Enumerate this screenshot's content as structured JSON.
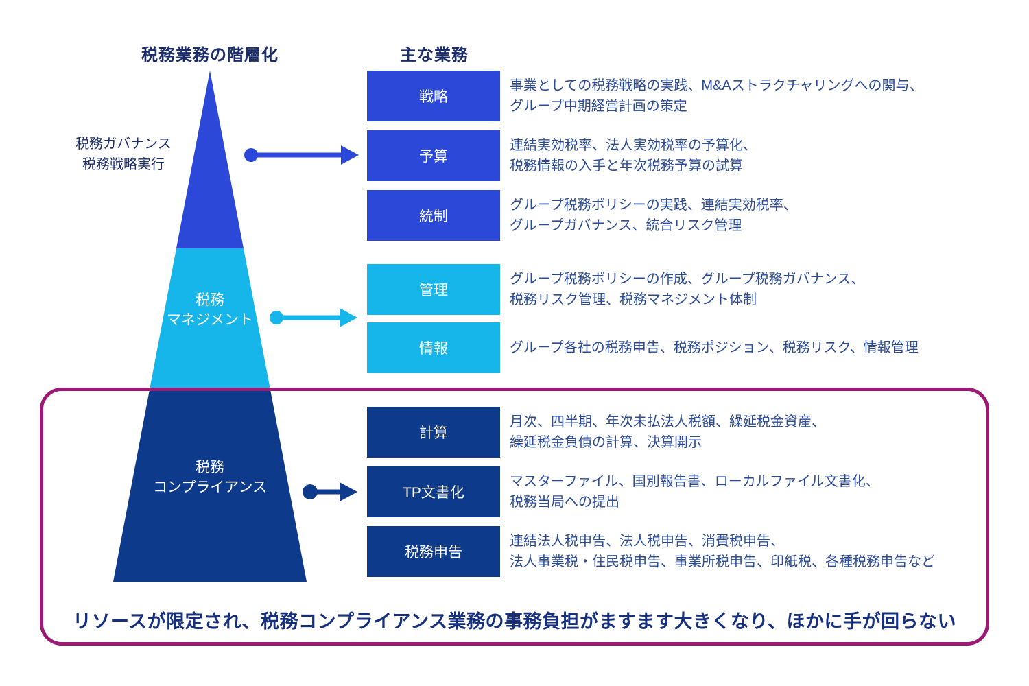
{
  "diagram": {
    "left_title": "税務業務の階層化",
    "right_title": "主な業務",
    "governance_label": "税務ガバナンス\n税務戦略実行",
    "management_label": "税務\nマネジメント",
    "compliance_label": "税務\nコンプライアンス",
    "rows": [
      {
        "box": "戦略",
        "tier": "blue",
        "desc": "事業としての税務戦略の実践、M&Aストラクチャリングへの関与、\nグループ中期経営計画の策定"
      },
      {
        "box": "予算",
        "tier": "blue",
        "desc": "連結実効税率、法人実効税率の予算化、\n税務情報の入手と年次税務予算の試算"
      },
      {
        "box": "統制",
        "tier": "blue",
        "desc": "グループ税務ポリシーの実践、連結実効税率、\nグループガバナンス、統合リスク管理"
      },
      {
        "box": "管理",
        "tier": "cyan",
        "desc": "グループ税務ポリシーの作成、グループ税務ガバナンス、\n税務リスク管理、税務マネジメント体制"
      },
      {
        "box": "情報",
        "tier": "cyan",
        "desc": "グループ各社の税務申告、税務ポジション、税務リスク、情報管理"
      },
      {
        "box": "計算",
        "tier": "navy",
        "desc": "月次、四半期、年次未払法人税額、繰延税金資産、\n繰延税金負債の計算、決算開示"
      },
      {
        "box": "TP文書化",
        "tier": "navy",
        "desc": "マスターファイル、国別報告書、ローカルファイル文書化、\n税務当局への提出"
      },
      {
        "box": "税務申告",
        "tier": "navy",
        "desc": "連結法人税申告、法人税申告、消費税申告、\n法人事業税・住民税申告、事業所税申告、印紙税、各種税務申告など"
      }
    ],
    "callout": "リソースが限定され、税務コンプライアンス業務の事務負担がますます大きくなり、ほかに手が回らない",
    "colors": {
      "tier_blue": "#2b48d9",
      "tier_cyan": "#16b5ea",
      "tier_navy": "#0e3a8c",
      "callout_border": "#9c1a74",
      "heading_text": "#1b2d6b",
      "description_text": "#2b4b96",
      "callout_text": "#16307d"
    }
  }
}
